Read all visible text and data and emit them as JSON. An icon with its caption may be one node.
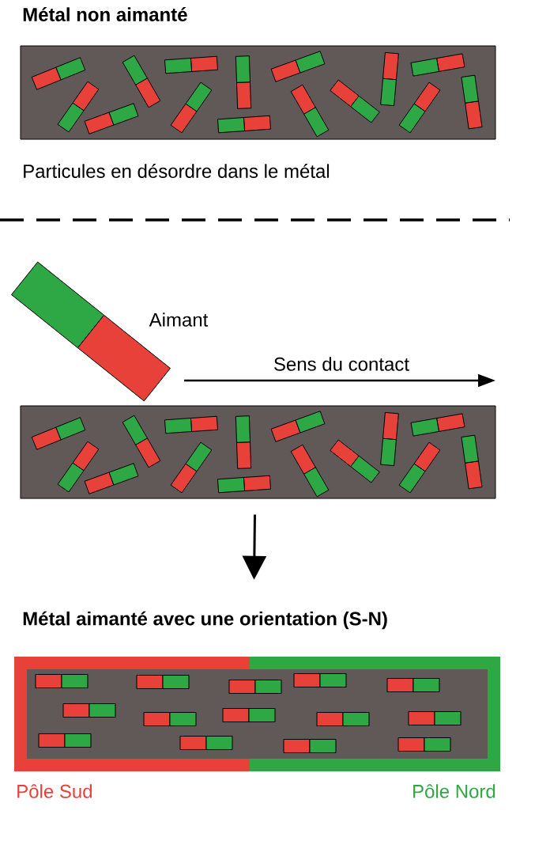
{
  "diagram": {
    "nodes": [
      {
        "text": [
          "Métal non aimanté"
        ]
      },
      {
        "text": [],
        "shape": "box",
        "beside": [
          "Aimant"
        ]
      },
      {
        "text": [],
        "shape": "box"
      },
      {
        "text": [
          "Métal aimanté avec une orientation (S-N)"
        ],
        "beside": [
          "Pôle Sud",
          "Pôle Nord"
        ]
      }
    ],
    "edges": [
      {
        "from": 2,
        "to": 3,
        "arrow": "to"
      }
    ],
    "labels": [
      "Particules en désordre dans le métal",
      "Sens du contact"
    ]
  }
}
